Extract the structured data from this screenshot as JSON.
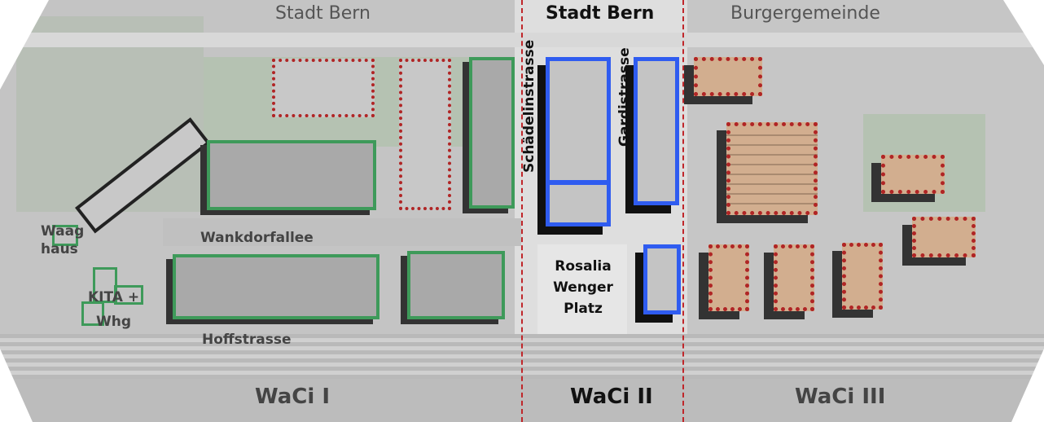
{
  "zones": {
    "waci1": {
      "label": "WaCi I",
      "owner": "Stadt Bern"
    },
    "waci2": {
      "label": "WaCi II",
      "owner": "Stadt Bern"
    },
    "waci3": {
      "label": "WaCi III",
      "owner": "Burgergemeinde"
    }
  },
  "streets": {
    "schaedelin": "Schädelinstrasse",
    "gardi": "Gardistrasse",
    "wankdorfallee": "Wankdorfallee",
    "hoffstrasse": "Hoffstrasse"
  },
  "places": {
    "waaghaus_line1": "Waag",
    "waaghaus_line2": "haus",
    "kita_line1": "KITA +",
    "kita_line2": "Whg",
    "platz_line1": "Rosalia",
    "platz_line2": "Wenger",
    "platz_line3": "Platz"
  },
  "colors": {
    "existing": "#b02525",
    "waci1_new": "#3e9a5a",
    "waci2_new": "#2f5cf0",
    "waci3": "#d2ae8f",
    "boundary": "#c0262a"
  }
}
